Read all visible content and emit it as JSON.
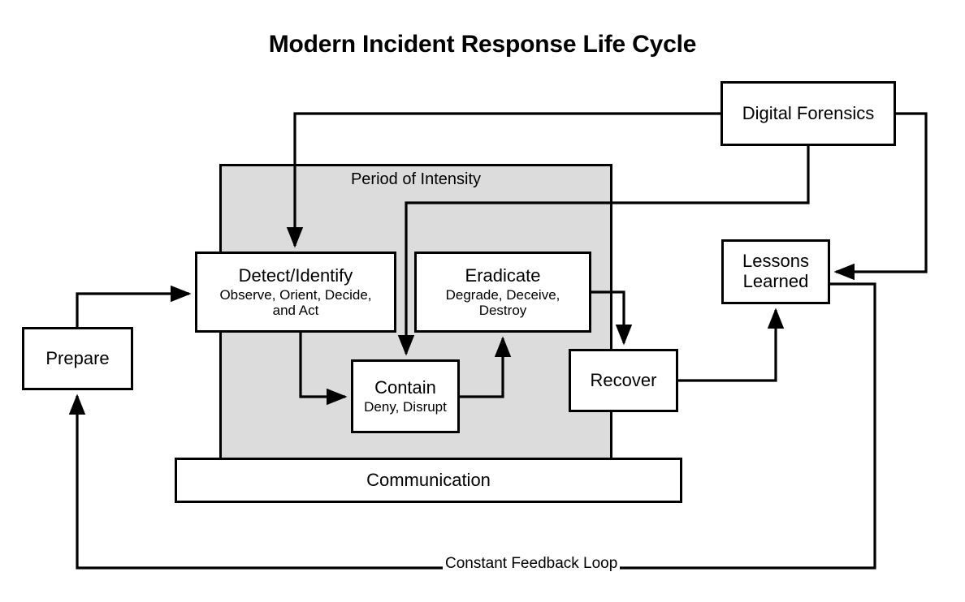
{
  "title": "Modern Incident Response Life Cycle",
  "period_band": {
    "label": "Period of Intensity",
    "fill_color": "#dcdcdc"
  },
  "nodes": {
    "prepare": {
      "title": "Prepare",
      "sub": ""
    },
    "detect": {
      "title": "Detect/Identify",
      "sub": "Observe, Orient, Decide,\nand Act"
    },
    "eradicate": {
      "title": "Eradicate",
      "sub": "Degrade, Deceive,\nDestroy"
    },
    "contain": {
      "title": "Contain",
      "sub": "Deny, Disrupt"
    },
    "recover": {
      "title": "Recover",
      "sub": ""
    },
    "lessons_learned": {
      "title": "Lessons\nLearned",
      "sub": ""
    },
    "digital_forensics": {
      "title": "Digital Forensics",
      "sub": ""
    },
    "communication": {
      "title": "Communication",
      "sub": ""
    }
  },
  "annotations": {
    "feedback_loop": "Constant Feedback Loop"
  },
  "colors": {
    "stroke": "#000000",
    "box_fill": "#ffffff",
    "band_fill": "#dcdcdc",
    "page_background": "#ffffff"
  }
}
